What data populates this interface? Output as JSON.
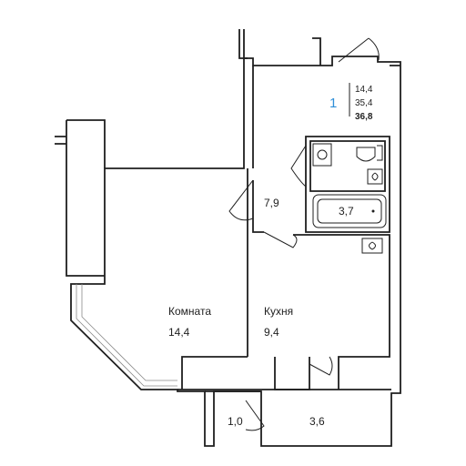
{
  "apartment": {
    "rooms_count": "1",
    "living_area": "14,4",
    "total_living": "35,4",
    "total_area": "36,8",
    "accent_color": "#2f8fd8"
  },
  "rooms": {
    "living_room": {
      "name": "Комната",
      "area": "14,4"
    },
    "kitchen": {
      "name": "Кухня",
      "area": "9,4"
    },
    "hallway": {
      "area": "7,9"
    },
    "bathroom": {
      "area": "3,7"
    },
    "balcony_small": {
      "area": "1,0"
    },
    "balcony_large": {
      "area": "3,6"
    }
  }
}
